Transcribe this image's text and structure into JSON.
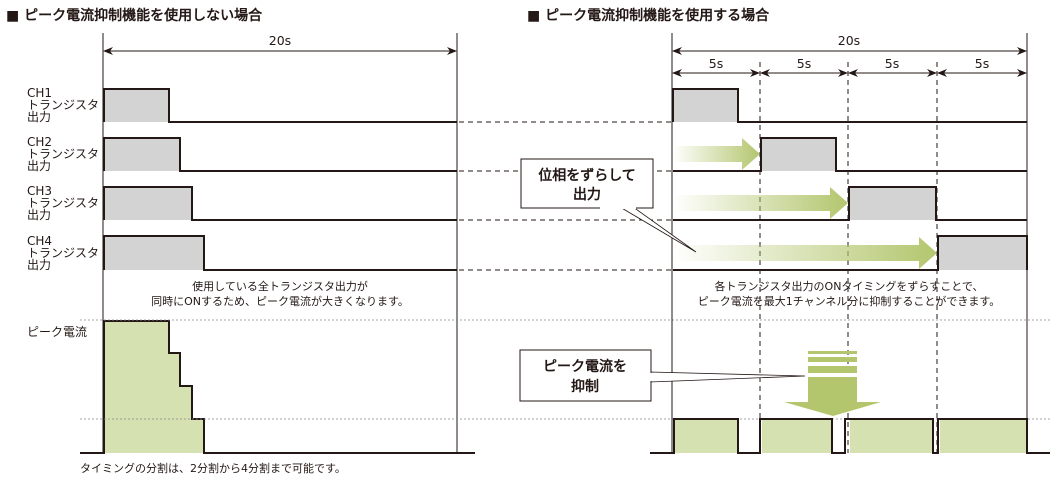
{
  "left_panel": {
    "title": "■ ピーク電流抑制機能を使用しない場合",
    "total_duration": "20s",
    "channels": [
      {
        "line1": "CH1",
        "line2": "トランジスタ",
        "line3": "出力",
        "on_fraction": 0.19
      },
      {
        "line1": "CH2",
        "line2": "トランジスタ",
        "line3": "出力",
        "on_fraction": 0.22
      },
      {
        "line1": "CH3",
        "line2": "トランジスタ",
        "line3": "出力",
        "on_fraction": 0.25
      },
      {
        "line1": "CH4",
        "line2": "トランジスタ",
        "line3": "出力",
        "on_fraction": 0.29
      }
    ],
    "note_line1": "使用している全トランジスタ出力が",
    "note_line2": "同時にONするため、ピーク電流が大きくなります。",
    "peak_label": "ピーク電流",
    "footer": "タイミングの分割は、2分割から4分割まで可能です。"
  },
  "right_panel": {
    "title": "■ ピーク電流抑制機能を使用する場合",
    "total_duration": "20s",
    "segments": [
      "5s",
      "5s",
      "5s",
      "5s"
    ],
    "callout_phase_line1": "位相をずらして",
    "callout_phase_line2": "出力",
    "note_line1": "各トランジスタ出力のONタイミングをずらすことで、",
    "note_line2": "ピーク電流を最大1チャンネル分に抑制することができます。",
    "callout_peak_line1": "ピーク電流を",
    "callout_peak_line2": "抑制"
  },
  "colors": {
    "line": "#231815",
    "channel_fill": "#d3d3d3",
    "current_fill": "#d6e1b1",
    "arrow_green": "#b3c66e"
  }
}
